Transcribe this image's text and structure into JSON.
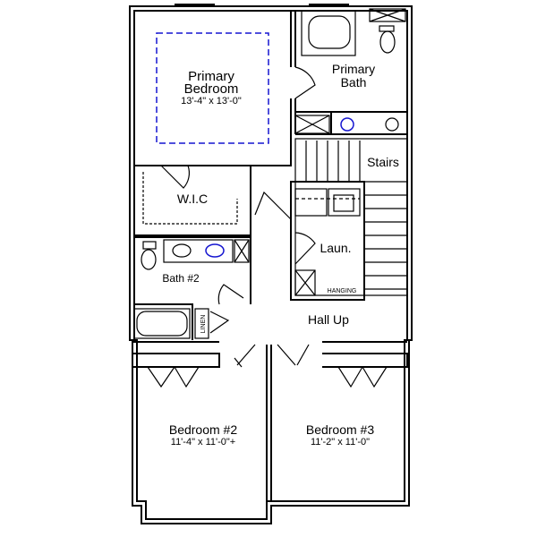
{
  "rooms": {
    "primary_bedroom": {
      "name_line1": "Primary",
      "name_line2": "Bedroom",
      "size": "13'-4\" x 13'-0\""
    },
    "primary_bath": {
      "name_line1": "Primary",
      "name_line2": "Bath"
    },
    "stairs": {
      "name": "Stairs"
    },
    "wic": {
      "name": "W.I.C"
    },
    "laundry": {
      "name": "Laun.",
      "note": "HANGING"
    },
    "bath2": {
      "name": "Bath #2"
    },
    "linen": {
      "name": "LINEN"
    },
    "hall": {
      "name": "Hall Up"
    },
    "bedroom2": {
      "name": "Bedroom #2",
      "size": "11'-4\" x 11'-0\"+"
    },
    "bedroom3": {
      "name": "Bedroom #3",
      "size": "11'-2\" x 11'-0\""
    }
  },
  "colors": {
    "walls": "#000000",
    "accent": "#1515d0"
  }
}
